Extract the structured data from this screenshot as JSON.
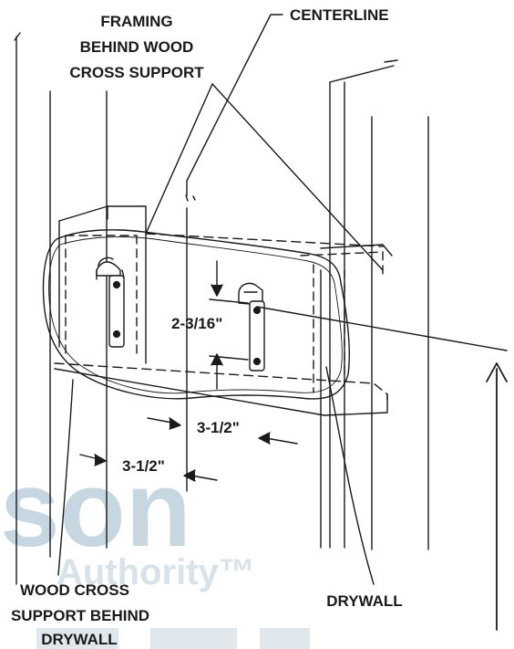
{
  "labels": {
    "framing_line1": "FRAMING",
    "framing_line2": "BEHIND WOOD",
    "framing_line3": "CROSS SUPPORT",
    "centerline": "CENTERLINE",
    "wood_cross_line1": "WOOD CROSS",
    "wood_cross_line2": "SUPPORT BEHIND",
    "wood_cross_line3": "DRYWALL",
    "drywall": "DRYWALL"
  },
  "dimensions": {
    "vertical_offset": "2-3/16\"",
    "stud_offset_upper": "3-1/2\"",
    "stud_offset_lower": "3-1/2\""
  },
  "watermark": {
    "word": "son",
    "tagline": "Authority™",
    "color": "#9bb7c9"
  },
  "colors": {
    "line": "#1a1a1a",
    "background": "#ffffff"
  }
}
